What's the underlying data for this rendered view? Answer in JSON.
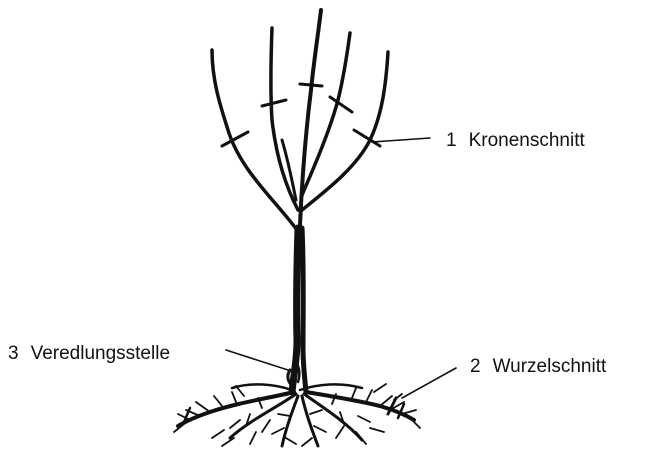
{
  "labels": {
    "crown_cut": {
      "number": "1",
      "text": "Kronenschnitt"
    },
    "root_cut": {
      "number": "2",
      "text": "Wurzelschnitt"
    },
    "graft_point": {
      "number": "3",
      "text": "Veredlungsstelle"
    }
  },
  "colors": {
    "ink": "#111111",
    "background": "#ffffff"
  }
}
